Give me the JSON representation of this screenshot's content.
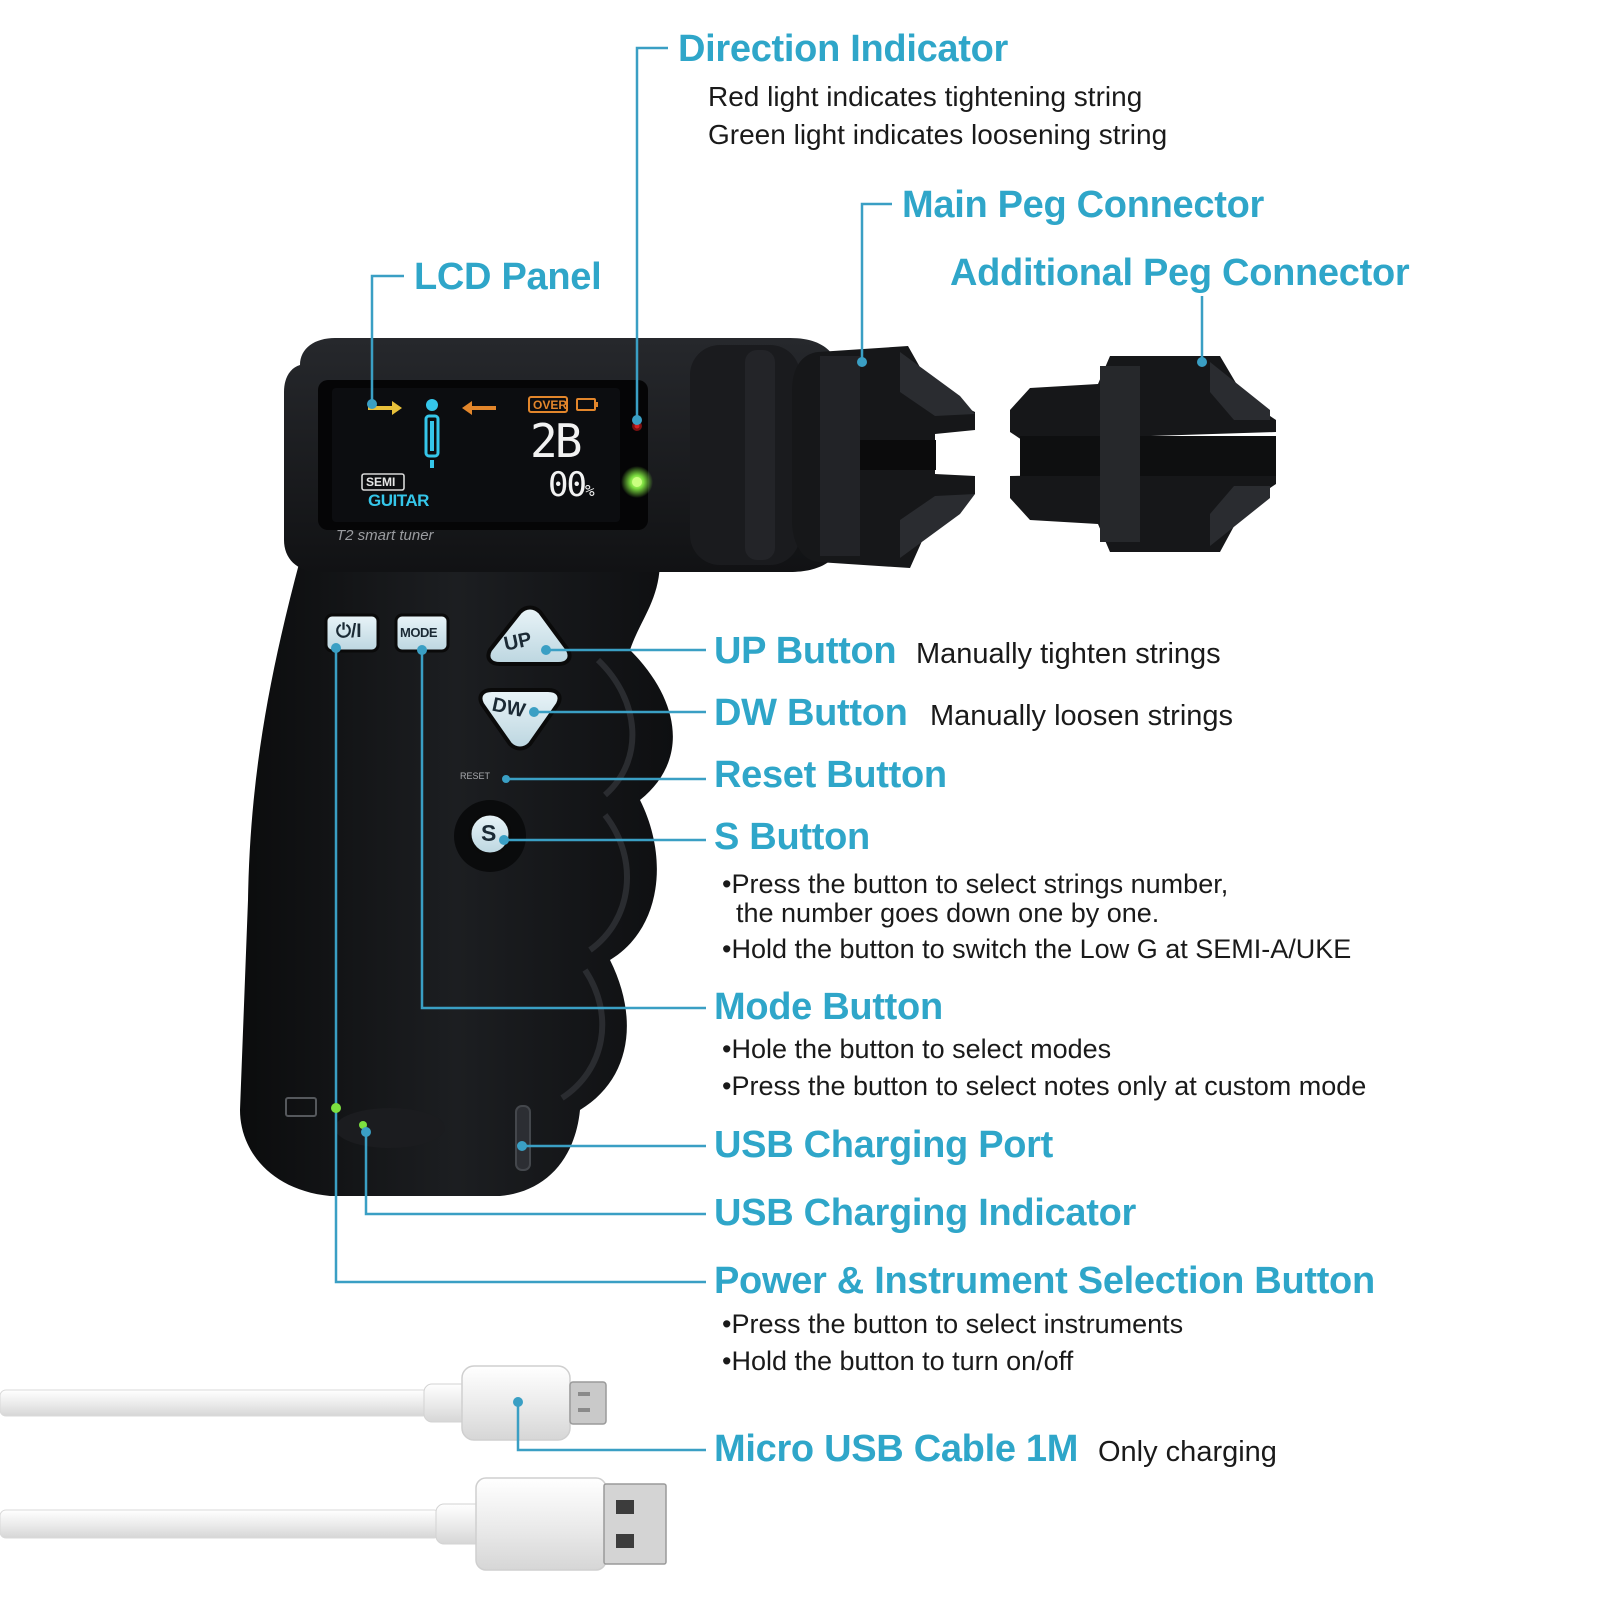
{
  "labels": {
    "direction_indicator": {
      "title": "Direction Indicator",
      "lines": [
        "Red light indicates tightening string",
        "Green light indicates loosening string"
      ]
    },
    "main_peg_connector": {
      "title": "Main Peg Connector"
    },
    "additional_peg_connector": {
      "title": "Additional Peg Connector"
    },
    "lcd_panel": {
      "title": "LCD Panel"
    },
    "up_button": {
      "title": "UP Button",
      "desc": "Manually tighten strings"
    },
    "dw_button": {
      "title": "DW Button",
      "desc": "Manually loosen strings"
    },
    "reset_button": {
      "title": "Reset Button"
    },
    "s_button": {
      "title": "S Button",
      "lines": [
        "•Press the button to select strings number,",
        "the number goes down one by one.",
        "•Hold the button to switch the Low G at SEMI-A/UKE"
      ]
    },
    "mode_button": {
      "title": "Mode Button",
      "lines": [
        "•Hole the button to select modes",
        "•Press the button to select notes only at custom mode"
      ]
    },
    "usb_charging_port": {
      "title": "USB Charging Port"
    },
    "usb_charging_indicator": {
      "title": "USB Charging Indicator"
    },
    "power_button": {
      "title": "Power & Instrument Selection Button",
      "lines": [
        "•Press the button to select instruments",
        "•Hold the button to turn on/off"
      ]
    },
    "micro_usb_cable": {
      "title": "Micro USB Cable 1M",
      "desc": "Only charging"
    }
  },
  "device": {
    "lcd": {
      "over": "OVER",
      "note": "2B",
      "percent": "00",
      "percent_sign": "%",
      "semi": "SEMI",
      "instrument": "GUITAR"
    },
    "model": "T2 smart tuner",
    "buttons": {
      "power": "⏻/I",
      "mode": "MODE",
      "up": "UP",
      "dw": "DW",
      "s": "S",
      "reset": "RESET"
    }
  },
  "colors": {
    "label": "#2fa6c9",
    "leader": "#3a9fc4",
    "body": "#141517",
    "lcd_yellow": "#e8c03a",
    "lcd_cyan": "#35c6ea",
    "lcd_orange": "#e3862b",
    "led_red": "#d42020",
    "led_green": "#7de040"
  }
}
